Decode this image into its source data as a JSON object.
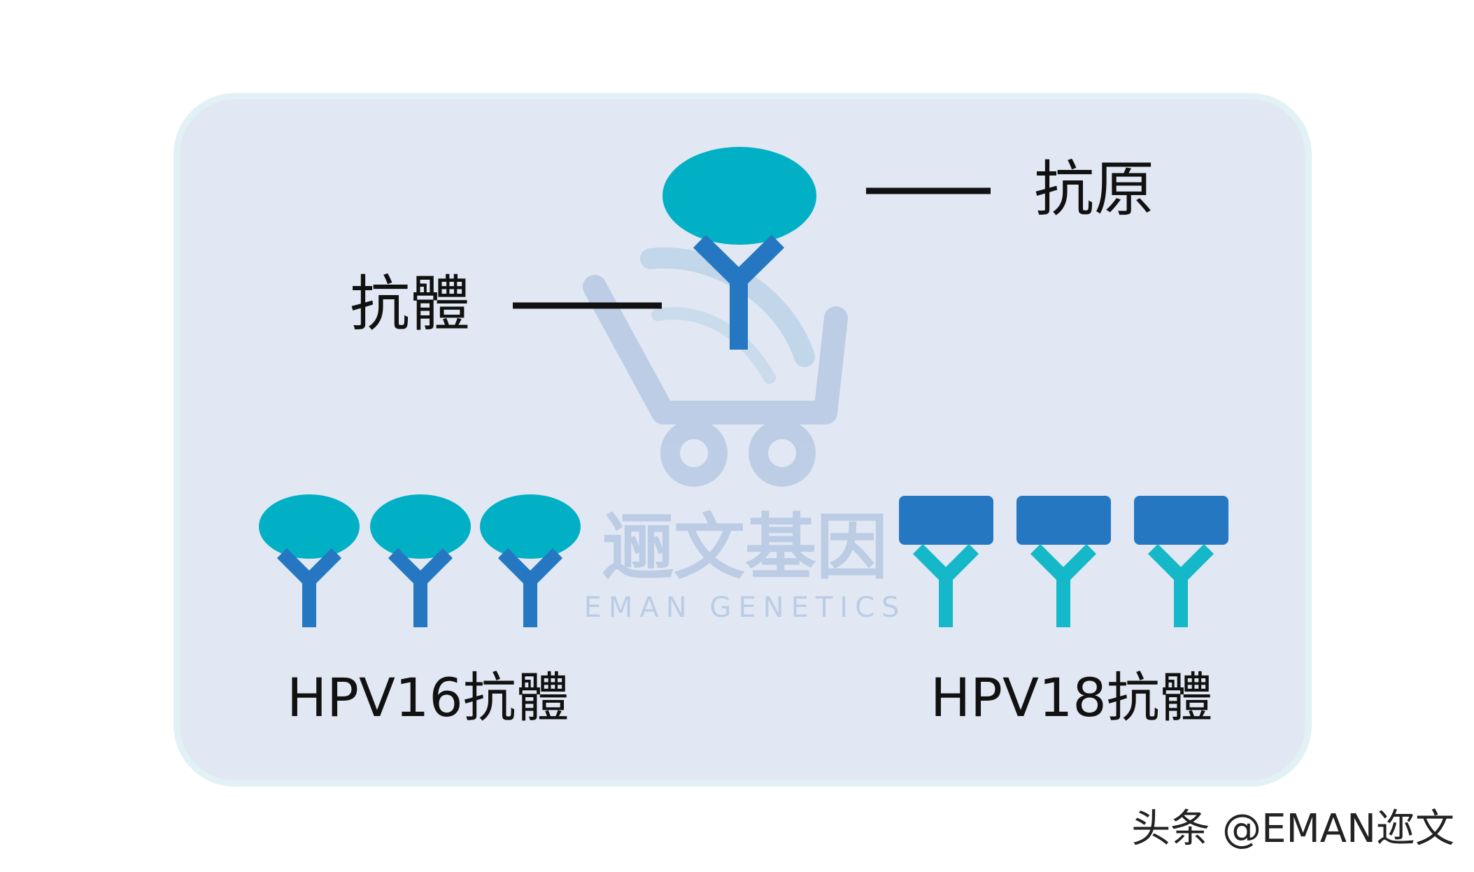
{
  "labels": {
    "antigen": "抗原",
    "antibody": "抗體",
    "hpv16": "HPV16抗體",
    "hpv18": "HPV18抗體"
  },
  "watermark": {
    "title": "逦文基因",
    "subtitle": "EMAN GENETICS"
  },
  "credit": "头条 @EMAN迩文",
  "colors": {
    "antigen_teal": "#02b0c5",
    "antibody_blue": "#2577c2",
    "antibody_teal": "#14b8c9",
    "panel_fill": "#e1e8f3",
    "panel_border": "#e2f1f5",
    "watermark": "#b7c9e3"
  }
}
